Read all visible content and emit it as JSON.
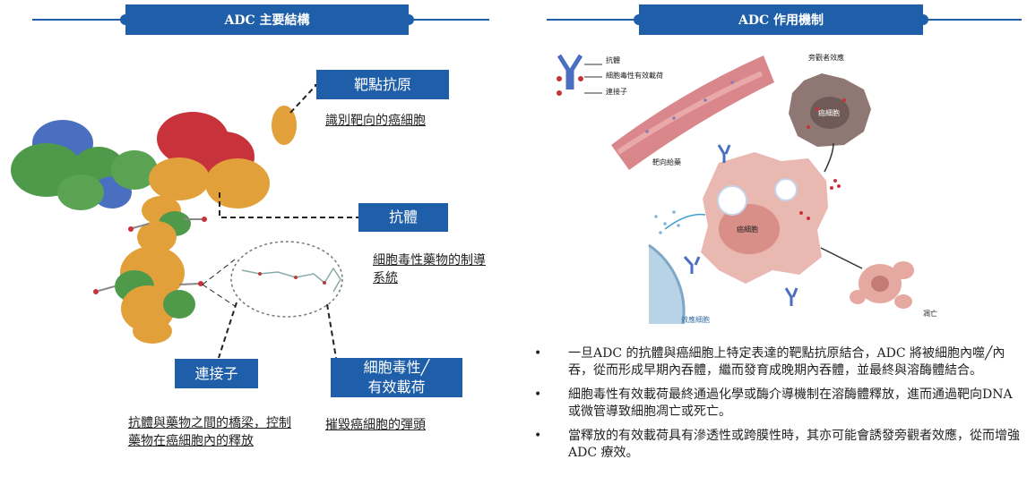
{
  "left_panel": {
    "title": "ADC 主要結構",
    "target_antigen": {
      "label": "靶點抗原",
      "desc": "識別靶向的癌細胞"
    },
    "antibody": {
      "label": "抗體",
      "desc": "細胞毒性藥物的制導系統"
    },
    "linker": {
      "label": "連接子",
      "desc": "抗體與藥物之間的橋梁，控制藥物在癌細胞內的釋放"
    },
    "payload": {
      "label_line1": "細胞毒性╱",
      "label_line2": "有效載荷",
      "desc": "摧毀癌細胞的彈頭"
    }
  },
  "right_panel": {
    "title": "ADC 作用機制",
    "legend": {
      "antibody": "抗體",
      "payload": "細胞毒性有效載荷",
      "linker": "連接子"
    },
    "labels": {
      "bystander": "旁觀者效應",
      "cancer_cell_top": "癌細胞",
      "cancer_cell_main": "癌細胞",
      "targeted_delivery": "靶向給藥",
      "effector_cell": "效應細胞",
      "apoptosis": "凋亡"
    },
    "bullets": [
      "一旦ADC 的抗體與癌細胞上特定表達的靶點抗原結合，ADC 將被細胞內噬╱內吞，從而形成早期內吞體，繼而發育成晚期內吞體，並最終與溶酶體結合。",
      "細胞毒性有效載荷最終通過化學或酶介導機制在溶酶體釋放，進而通過靶向DNA 或微管導致細胞凋亡或死亡。",
      "當釋放的有效載荷具有滲透性或跨膜性時，其亦可能會誘發旁觀者效應，從而增強ADC 療效。"
    ],
    "bullet_symbol": "•"
  },
  "colors": {
    "accent": "#1f5ea8",
    "antibody_red": "#c8323a",
    "antibody_orange": "#e2a03b",
    "antibody_green": "#4f9a4a",
    "antibody_blue": "#4a6ec0",
    "cell_pink": "#e9b8b0"
  }
}
